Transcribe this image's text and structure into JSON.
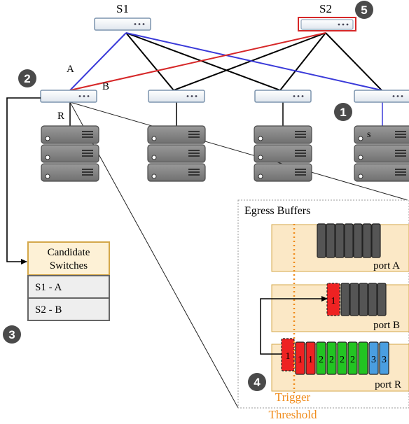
{
  "spine_switches": [
    {
      "label": "S1"
    },
    {
      "label": "S2"
    }
  ],
  "link_labels": {
    "a": "A",
    "b": "B",
    "r": "R",
    "s": "s"
  },
  "step_badges": [
    "1",
    "2",
    "3",
    "4",
    "5"
  ],
  "candidate_switches": {
    "header_line1": "Candidate",
    "header_line2": "Switches",
    "rows": [
      "S1 - A",
      "S2 - B"
    ]
  },
  "egress_buffers": {
    "title": "Egress Buffers",
    "ports": [
      {
        "label": "port A",
        "packets": []
      },
      {
        "label": "port B",
        "packets": [
          "1"
        ]
      },
      {
        "label": "port R",
        "packets": [
          "1",
          "1",
          "1",
          "2",
          "2",
          "2",
          "2",
          "3",
          "3"
        ]
      }
    ]
  },
  "trigger": {
    "line1": "Trigger",
    "line2": "Threshold"
  },
  "colors": {
    "red_link": "#d62728",
    "blue_link": "#3a3ad9",
    "packet_red": "#ee2222",
    "packet_green": "#22c422",
    "packet_blue": "#4a9ee0",
    "packet_dark": "#555555",
    "buffer_fill": "#fbe8c6",
    "threshold": "#f08c1c",
    "table_header": "#fdf1d6",
    "table_border": "#d4a84b"
  }
}
